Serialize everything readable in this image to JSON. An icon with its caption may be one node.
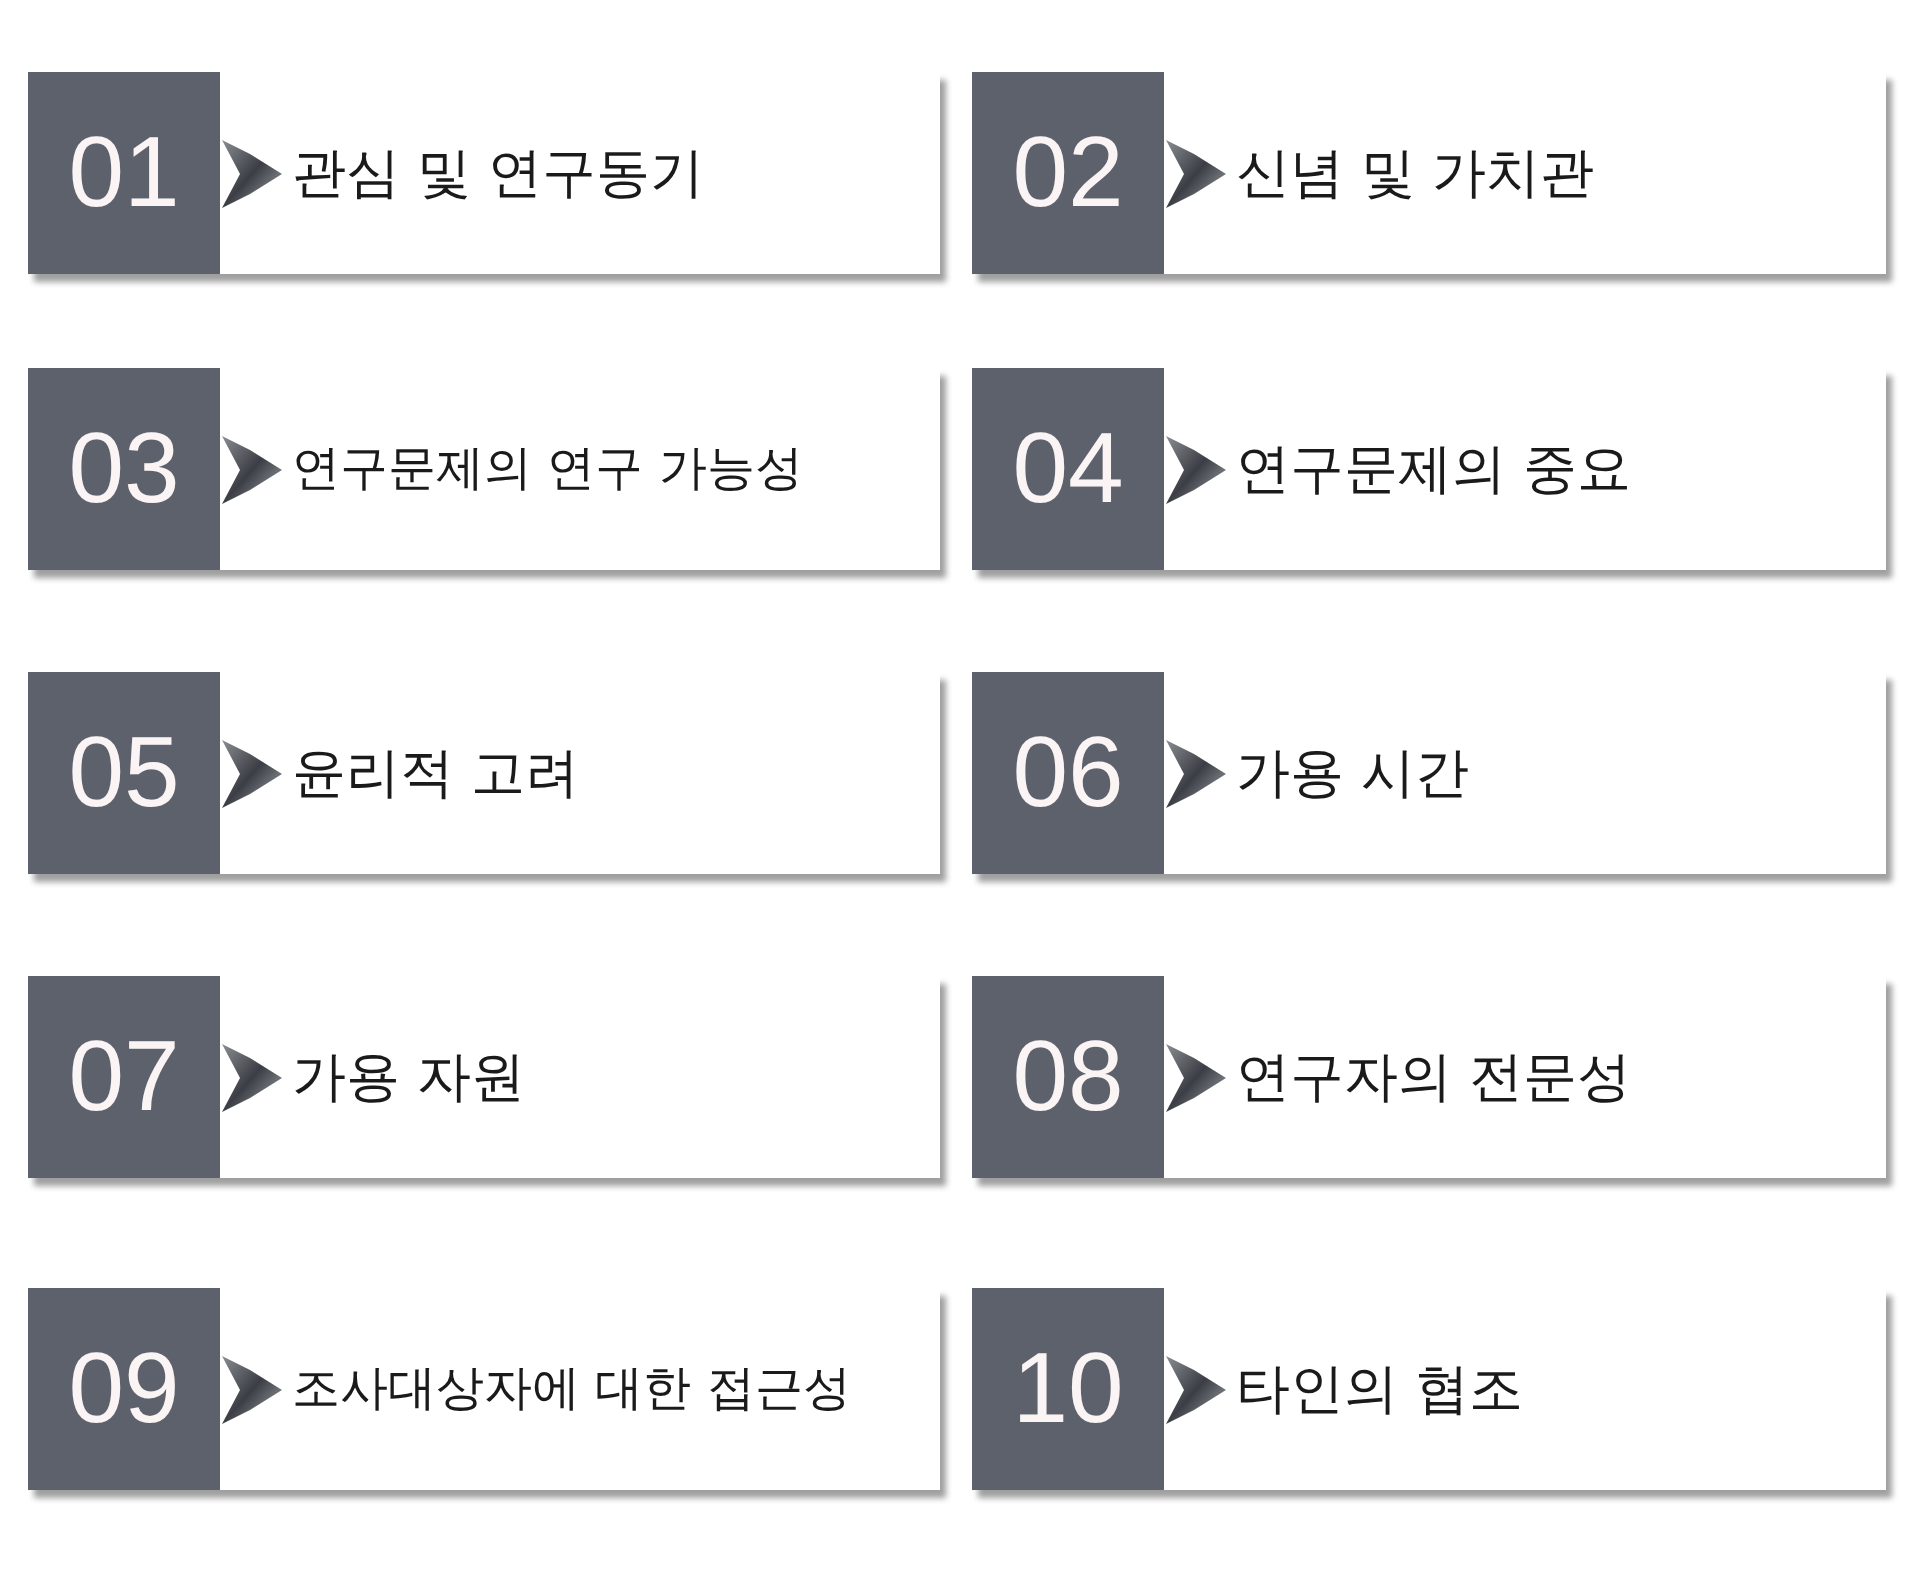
{
  "diagram": {
    "nodes": [
      {
        "text": [
          "01",
          "관심 및 연구동기"
        ]
      },
      {
        "text": [
          "02",
          "신념 및 가치관"
        ]
      },
      {
        "text": [
          "03",
          "연구문제의 연구 가능성"
        ]
      },
      {
        "text": [
          "04",
          "연구문제의 중요"
        ]
      },
      {
        "text": [
          "05",
          "윤리적 고려"
        ]
      },
      {
        "text": [
          "06",
          "가용 시간"
        ]
      },
      {
        "text": [
          "07",
          "가용 자원"
        ]
      },
      {
        "text": [
          "08",
          "연구자의 전문성"
        ]
      },
      {
        "text": [
          "09",
          "조사대상자에 대한 접근성"
        ]
      },
      {
        "text": [
          "10",
          "타인의 협조"
        ]
      }
    ]
  }
}
